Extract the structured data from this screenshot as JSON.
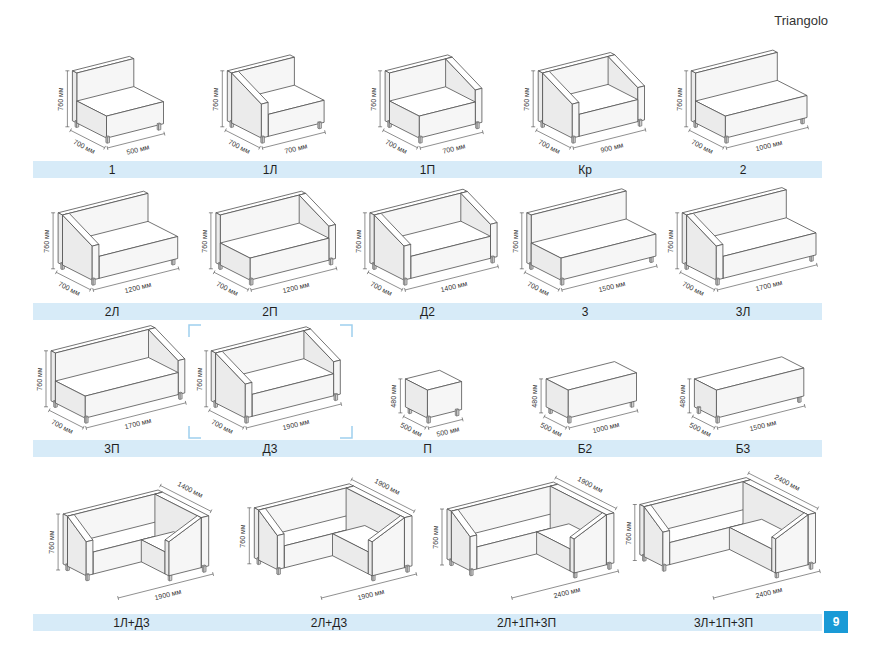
{
  "diagram": {
    "title": "Triangolo",
    "nodes": [
      {
        "text": [
          "1"
        ]
      },
      {
        "text": [
          "1Л"
        ]
      },
      {
        "text": [
          "1П"
        ]
      },
      {
        "text": [
          "Кр"
        ]
      },
      {
        "text": [
          "2"
        ]
      },
      {
        "text": [
          "2Л"
        ]
      },
      {
        "text": [
          "2П"
        ]
      },
      {
        "text": [
          "Д2"
        ]
      },
      {
        "text": [
          "3"
        ]
      },
      {
        "text": [
          "3Л"
        ]
      },
      {
        "text": [
          "3П"
        ]
      },
      {
        "text": [
          "Д3"
        ]
      },
      {
        "text": [
          "П"
        ]
      },
      {
        "text": [
          "Б2"
        ]
      },
      {
        "text": [
          "Б3"
        ]
      },
      {
        "text": [
          "1Л+Д3"
        ]
      },
      {
        "text": [
          "2Л+Д3"
        ]
      },
      {
        "text": [
          "2Л+1П+3П"
        ]
      },
      {
        "text": [
          "3Л+1П+3П"
        ]
      },
      {
        "text": [
          "9"
        ]
      }
    ],
    "labels": [
      "760 мм",
      "700 мм",
      "500 мм",
      "760 мм",
      "700 мм",
      "700 мм",
      "760 мм",
      "700 мм",
      "700 мм",
      "760 мм",
      "700 мм",
      "900 мм",
      "760 мм",
      "700 мм",
      "1000 мм",
      "760 мм",
      "700 мм",
      "1200 мм",
      "760 мм",
      "700 мм",
      "1200 мм",
      "760 мм",
      "700 мм",
      "1400 мм",
      "760 мм",
      "700 мм",
      "1500 мм",
      "760 мм",
      "700 мм",
      "1700 мм",
      "760 мм",
      "700 мм",
      "1700 мм",
      "760 мм",
      "700 мм",
      "1900 мм",
      "480 мм",
      "500 мм",
      "500 мм",
      "480 мм",
      "500 мм",
      "1000 мм",
      "480 мм",
      "500 мм",
      "1500 мм",
      "760 мм",
      "1900 мм",
      "1400 мм",
      "760 мм",
      "1900 мм",
      "1900 мм",
      "760 мм",
      "2400 мм",
      "1900 мм",
      "760 мм",
      "2400 мм",
      "2400 мм"
    ]
  }
}
